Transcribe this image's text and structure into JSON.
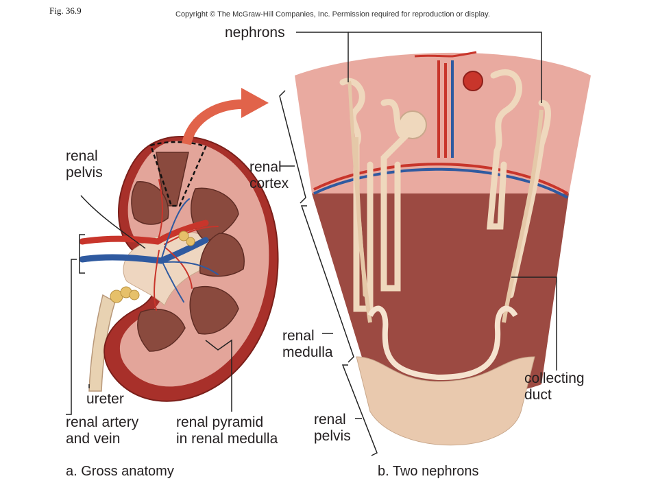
{
  "figure_label": "Fig. 36.9",
  "copyright": "Copyright © The McGraw-Hill Companies, Inc. Permission required for reproduction or display.",
  "labels": {
    "nephrons": "nephrons",
    "renal_pelvis_a": "renal\npelvis",
    "renal_cortex": "renal\ncortex",
    "renal_medulla": "renal\nmedulla",
    "collecting_duct": "collecting\nduct",
    "renal_pelvis_b": "renal\npelvis",
    "ureter": "ureter",
    "renal_artery_vein": "renal artery\nand vein",
    "renal_pyramid": "renal pyramid\nin renal medulla"
  },
  "captions": {
    "a": "a. Gross anatomy",
    "b": "b. Two nephrons"
  },
  "colors": {
    "kidney_outer": "#a8302a",
    "kidney_cortex": "#e3a59a",
    "pyramid": "#8a4a3e",
    "medulla": "#9c4a42",
    "pelvis": "#e9c9ae",
    "artery": "#c8352b",
    "vein": "#2f5aa0",
    "nephron": "#efd8bd",
    "cortex_wedge": "#e9aaa0"
  }
}
